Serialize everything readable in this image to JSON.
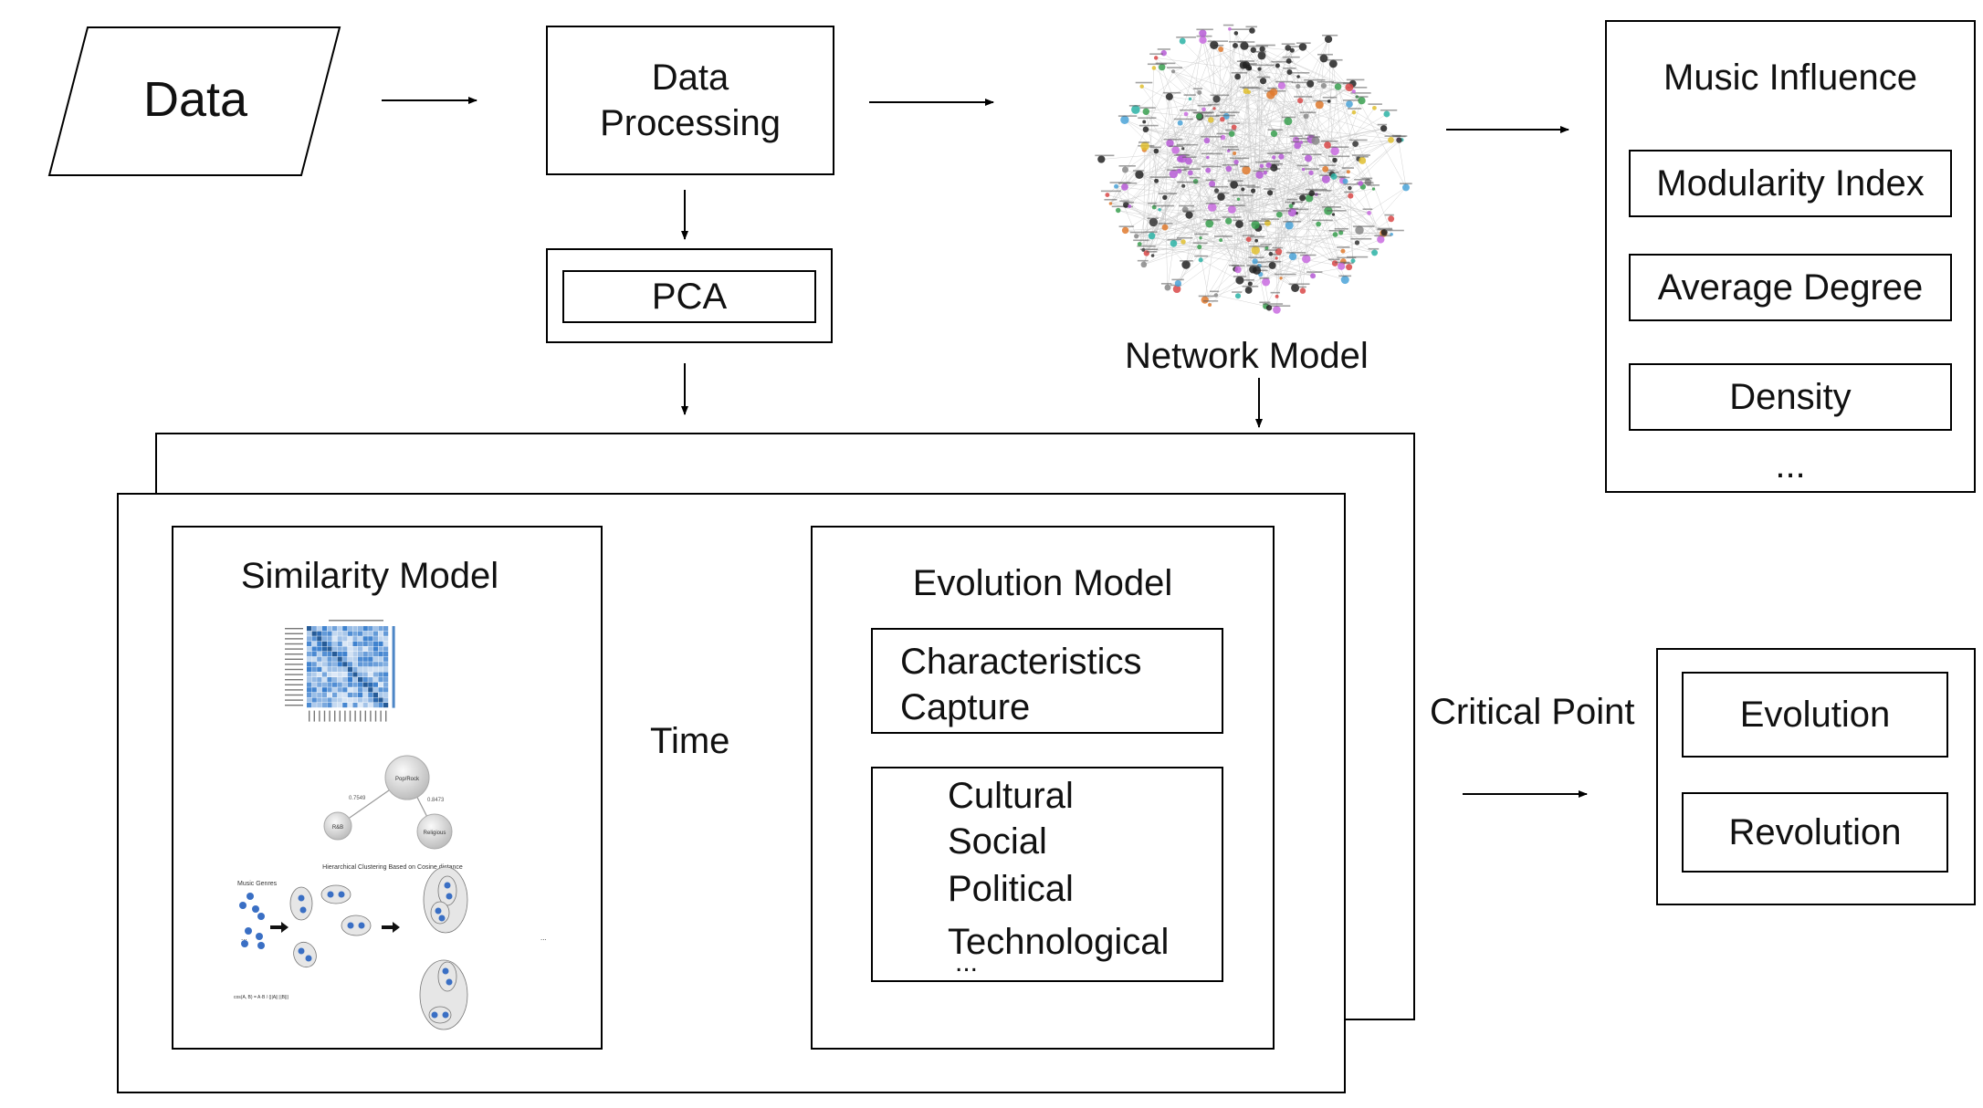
{
  "nodes": {
    "data": "Data",
    "processing_line1": "Data",
    "processing_line2": "Processing",
    "pca": "PCA",
    "network_caption": "Network Model",
    "influence_title": "Music Influence",
    "influence_items": [
      "Modularity Index",
      "Average Degree",
      "Density"
    ],
    "influence_more": "...",
    "similarity_title": "Similarity Model",
    "time_label": "Time",
    "evolution_title": "Evolution Model",
    "characteristics_line1": "Characteristics",
    "characteristics_line2": "Capture",
    "factors": [
      "Cultural",
      "Social",
      "Political",
      "Technological"
    ],
    "factors_more": "...",
    "critical_point": "Critical Point",
    "outcomes": [
      "Evolution",
      "Revolution"
    ]
  },
  "thumbnails": {
    "heatmap": "heatmap-thumbnail",
    "genre_graph": {
      "nodes": [
        "Pop/Rock",
        "R&B",
        "Religious"
      ],
      "edge_labels": [
        "0.7549",
        "0.8473"
      ]
    },
    "clustering": {
      "title": "Hierarchical Clustering Based on Cosine distance",
      "caption": "Music Genres",
      "ellipsis": "...",
      "formula": "cos(A, B) = A·B / (||A|| ||B||)"
    }
  },
  "colors": {
    "stroke": "#000000",
    "heatmap_blue": "#2e6fb5",
    "cluster_dot": "#3a6fc4"
  }
}
